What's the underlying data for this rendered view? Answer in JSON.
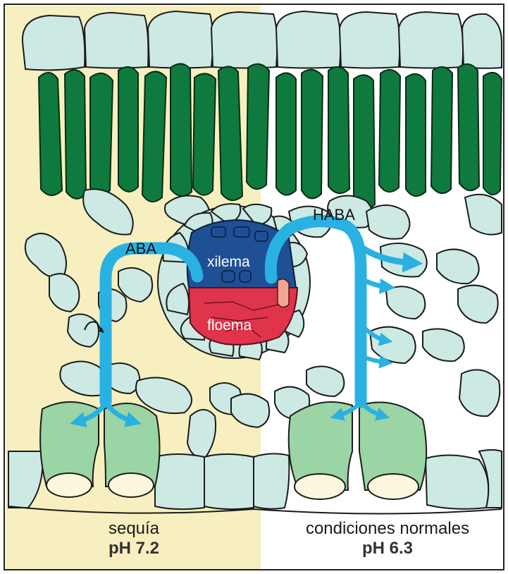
{
  "labels": {
    "aba": "ABA",
    "haba": "HABA",
    "xylem": "xilema",
    "phloem": "floema"
  },
  "left_panel": {
    "condition": "sequía",
    "ph": "pH 7.2"
  },
  "right_panel": {
    "condition": "condiciones normales",
    "ph": "pH 6.3"
  },
  "colors": {
    "drought_background": "#f7efbf",
    "normal_background": "#ffffff",
    "cell_fill": "#cde9e4",
    "palisade": "#0f7a3d",
    "xylem": "#1f4f95",
    "phloem": "#e0344c",
    "hormone_flow": "#29b1e2",
    "guard_cell": "#9bd4a5"
  }
}
